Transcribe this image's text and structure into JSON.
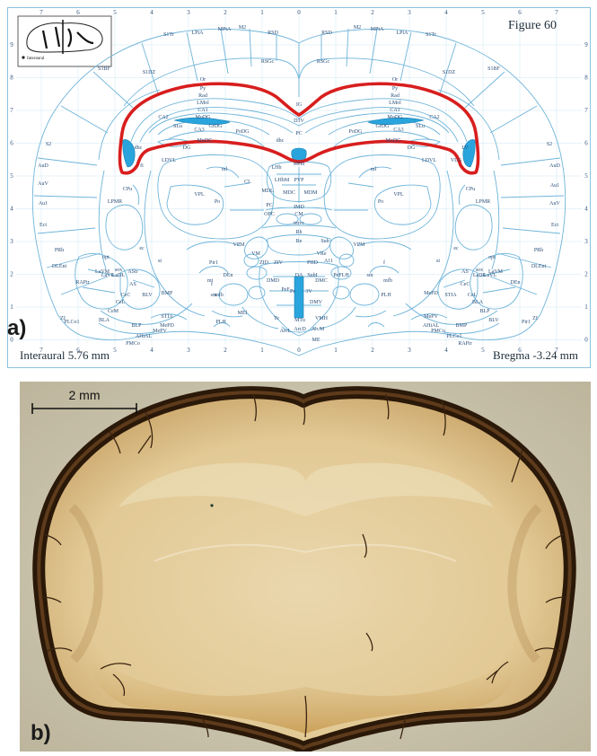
{
  "panel_a": {
    "letter": "a)",
    "figure_label": "Figure 60",
    "interaural": "Interaural 5.76 mm",
    "bregma": "Bregma -3.24 mm",
    "inset_label": "Interaural",
    "top_ruler": [
      "7",
      "6",
      "5",
      "4",
      "3",
      "2",
      "1",
      "0",
      "1",
      "2",
      "3",
      "4",
      "5",
      "6",
      "7"
    ],
    "bottom_ruler": [
      "7",
      "6",
      "5",
      "4",
      "3",
      "2",
      "1",
      "0",
      "1",
      "2",
      "3",
      "4",
      "5",
      "6",
      "7"
    ],
    "left_ruler": [
      "9",
      "8",
      "7",
      "6",
      "5",
      "4",
      "3",
      "2",
      "1",
      "0"
    ],
    "right_ruler": [
      "9",
      "8",
      "7",
      "6",
      "5",
      "4",
      "3",
      "2",
      "1",
      "0"
    ],
    "regions": {
      "top_left": [
        "S1Tr",
        "LPtA",
        "MPtA",
        "M2",
        "RSD",
        "RSGc",
        "S1DZ",
        "S1BF"
      ],
      "top_right": [
        "RSGc",
        "RSD",
        "M2",
        "MPtA",
        "LPtA",
        "S1Tr",
        "S1DZ",
        "S1BF"
      ],
      "hippo_left": [
        "Or",
        "Py",
        "Rad",
        "LMol",
        "CA1",
        "MoDG",
        "GrDG",
        "PoDG",
        "CA2",
        "SLu",
        "CA3",
        "MoDG",
        "DG",
        "dhc",
        "fi"
      ],
      "hippo_right": [
        "Or",
        "Py",
        "Rad",
        "LMol",
        "CA1",
        "MoDG",
        "GrDG",
        "PoDG",
        "CA2",
        "SLu",
        "CA3",
        "MoDG",
        "DG",
        "LV",
        "VLG"
      ],
      "mid": [
        "IG",
        "D3V",
        "PC",
        "dhc",
        "MHb",
        "LHb",
        "LHbM",
        "PVP",
        "MDL",
        "MDC",
        "IMD",
        "MDM",
        "CL",
        "PC",
        "OPC",
        "CM",
        "imvc",
        "Rh",
        "Re",
        "Sub",
        "VRe",
        "VM",
        "ZID",
        "ZIV",
        "PHD",
        "A11",
        "DMD",
        "DA",
        "SubI",
        "DMC",
        "PeFLH",
        "PeF",
        "Pe",
        "3V",
        "DMV",
        "VMH",
        "MTu",
        "ArcD",
        "ArcM",
        "ArcL",
        "ME",
        "MEl",
        "Te",
        "VMHSh"
      ],
      "left_lower": [
        "S2",
        "AuD",
        "AuV",
        "Au1",
        "Ect",
        "PRh",
        "DLEnt",
        "LDVL",
        "Po",
        "VPL",
        "VPM",
        "ml",
        "LPMR",
        "CPu",
        "ec",
        "st",
        "opt",
        "sox",
        "LaDL",
        "LaVL",
        "LaVM",
        "AStr",
        "AS",
        "CeC",
        "CeL",
        "CeM",
        "BLA",
        "BLP",
        "BLV",
        "BMP",
        "STIA",
        "MePD",
        "MePV",
        "AHiAL",
        "PMCo",
        "PLCo1",
        "RAPir",
        "Pir1",
        "DEn",
        "mt",
        "f",
        "sm",
        "mfb",
        "PLH",
        "ZI",
        "LH",
        "3"
      ],
      "right_lower": [
        "S2",
        "AuD",
        "Au1",
        "AuV",
        "Ect",
        "PRh",
        "DLEnt",
        "LDVL",
        "Po",
        "VPL",
        "VPM",
        "ml",
        "LPMR",
        "CPu",
        "ec",
        "st",
        "opt",
        "sox",
        "LaDL",
        "LaVL",
        "LaVM",
        "AS",
        "CeC",
        "CeL",
        "BLA",
        "BLP",
        "BLV",
        "BMP",
        "STIA",
        "MePD",
        "MePV",
        "AHiAL",
        "PMCo",
        "PLCo1",
        "RAPir",
        "Pir1",
        "DEn",
        "f",
        "sm",
        "mfb",
        "PLH",
        "ZI",
        "3"
      ]
    }
  },
  "panel_b": {
    "letter": "b)",
    "scalebar_label": "2 mm"
  },
  "colors": {
    "atlas_line": "#6fb4d9",
    "highlight_red": "#d81e1e",
    "ventricle_blue": "#2aa4dc",
    "slice_tissue": "#e6cf9e",
    "slice_border": "#2a1808",
    "photo_background": "#cfc9b6"
  }
}
